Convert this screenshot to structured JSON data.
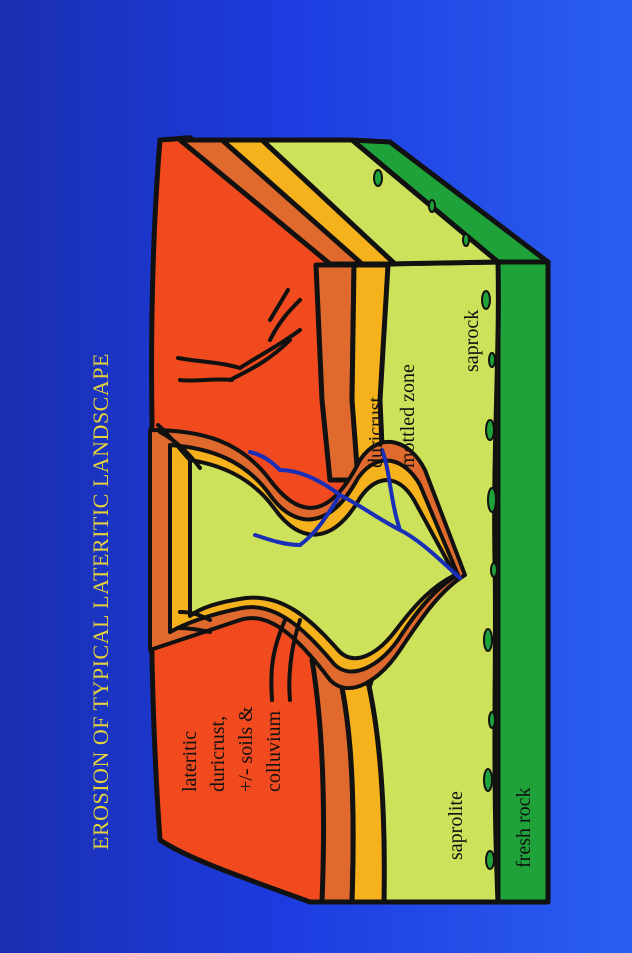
{
  "title": "EROSION OF TYPICAL LATERITIC LANDSCAPE",
  "labels": {
    "duricrust_top": [
      "lateritic",
      "duricrust,",
      "+/- soils &",
      "colluvium"
    ],
    "duricrust": "duricrust",
    "mottled_zone": "mottled zone",
    "saprock": "saprock",
    "saprolite": "saprolite",
    "fresh_rock": "fresh rock"
  },
  "colors": {
    "background": "#1d3ce0",
    "title": "#e6d23a",
    "duricrust_surface": "#f04a1e",
    "duricrust_band": "#e06a2e",
    "mottled_band": "#f5b21c",
    "saprolite": "#cde15a",
    "fresh_rock": "#1fa23a",
    "stream": "#1a2fb8",
    "outline": "#111111"
  }
}
